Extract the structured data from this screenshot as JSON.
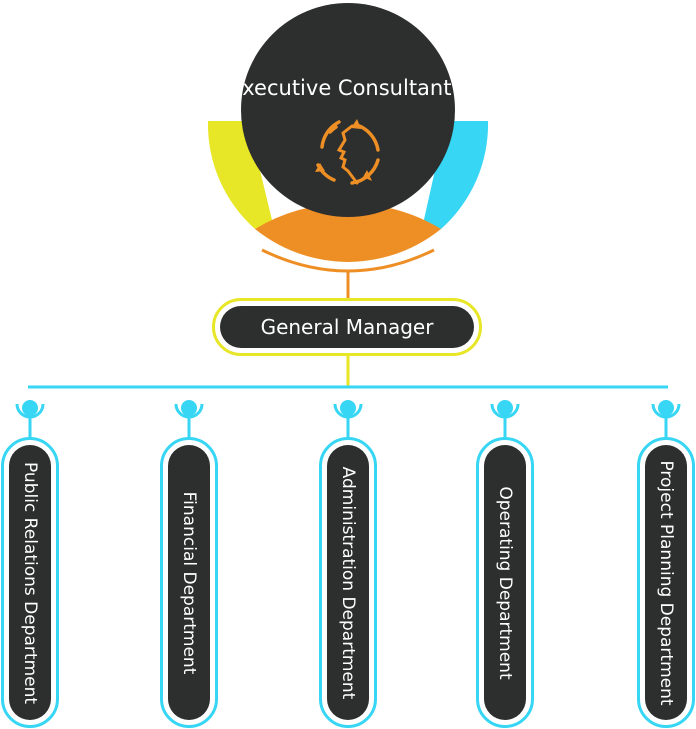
{
  "company": {
    "title": "Executive Consultant Ltd"
  },
  "manager": {
    "label": "General Manager"
  },
  "departments": [
    {
      "label": "Public Relations Department"
    },
    {
      "label": "Financial Department"
    },
    {
      "label": "Administration Department"
    },
    {
      "label": "Operating Department"
    },
    {
      "label": "Project Planning Department"
    }
  ],
  "colors": {
    "dark": "#2d2e2e",
    "yellow": "#e7e627",
    "orange": "#ee8f25",
    "cyan": "#36d6f4"
  },
  "icon": "head-with-cycle-arrows-icon"
}
